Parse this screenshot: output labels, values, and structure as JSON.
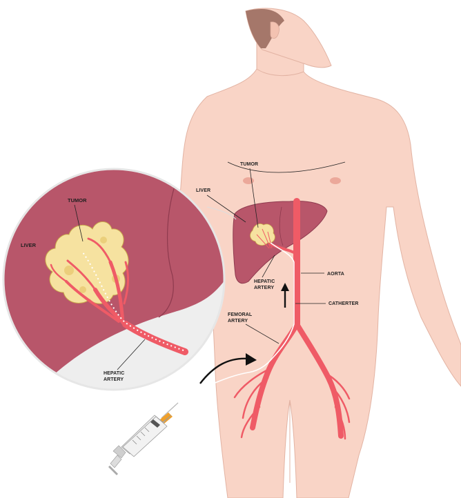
{
  "colors": {
    "skin": "#f9d4c6",
    "skin_outline": "#d9a99a",
    "hair": "#a5776a",
    "liver": "#b8566a",
    "liver_dark": "#8e3a4e",
    "tumor": "#f6e2a0",
    "tumor_outline": "#c9a94a",
    "artery": "#ef5b66",
    "catheter": "#ffffff",
    "accent_orange": "#f0a02a"
  },
  "icons": {
    "arrow_up": "arrow-up-icon",
    "curved_arrow": "curved-arrow-icon",
    "syringe": "syringe-icon"
  },
  "labels": {
    "tumor_body": "TUMOR",
    "liver_body": "LIVER",
    "hepatic_artery_body_line1": "HEPATIC",
    "hepatic_artery_body_line2": "ARTERY",
    "aorta": "AORTA",
    "catheter": "CATHERTER",
    "femoral_artery_line1": "FEMORAL",
    "femoral_artery_line2": "ARTERY",
    "inset_tumor": "TUMOR",
    "inset_liver": "LIVER",
    "inset_hepatic_line1": "HEPATIC",
    "inset_hepatic_line2": "ARTERY"
  }
}
